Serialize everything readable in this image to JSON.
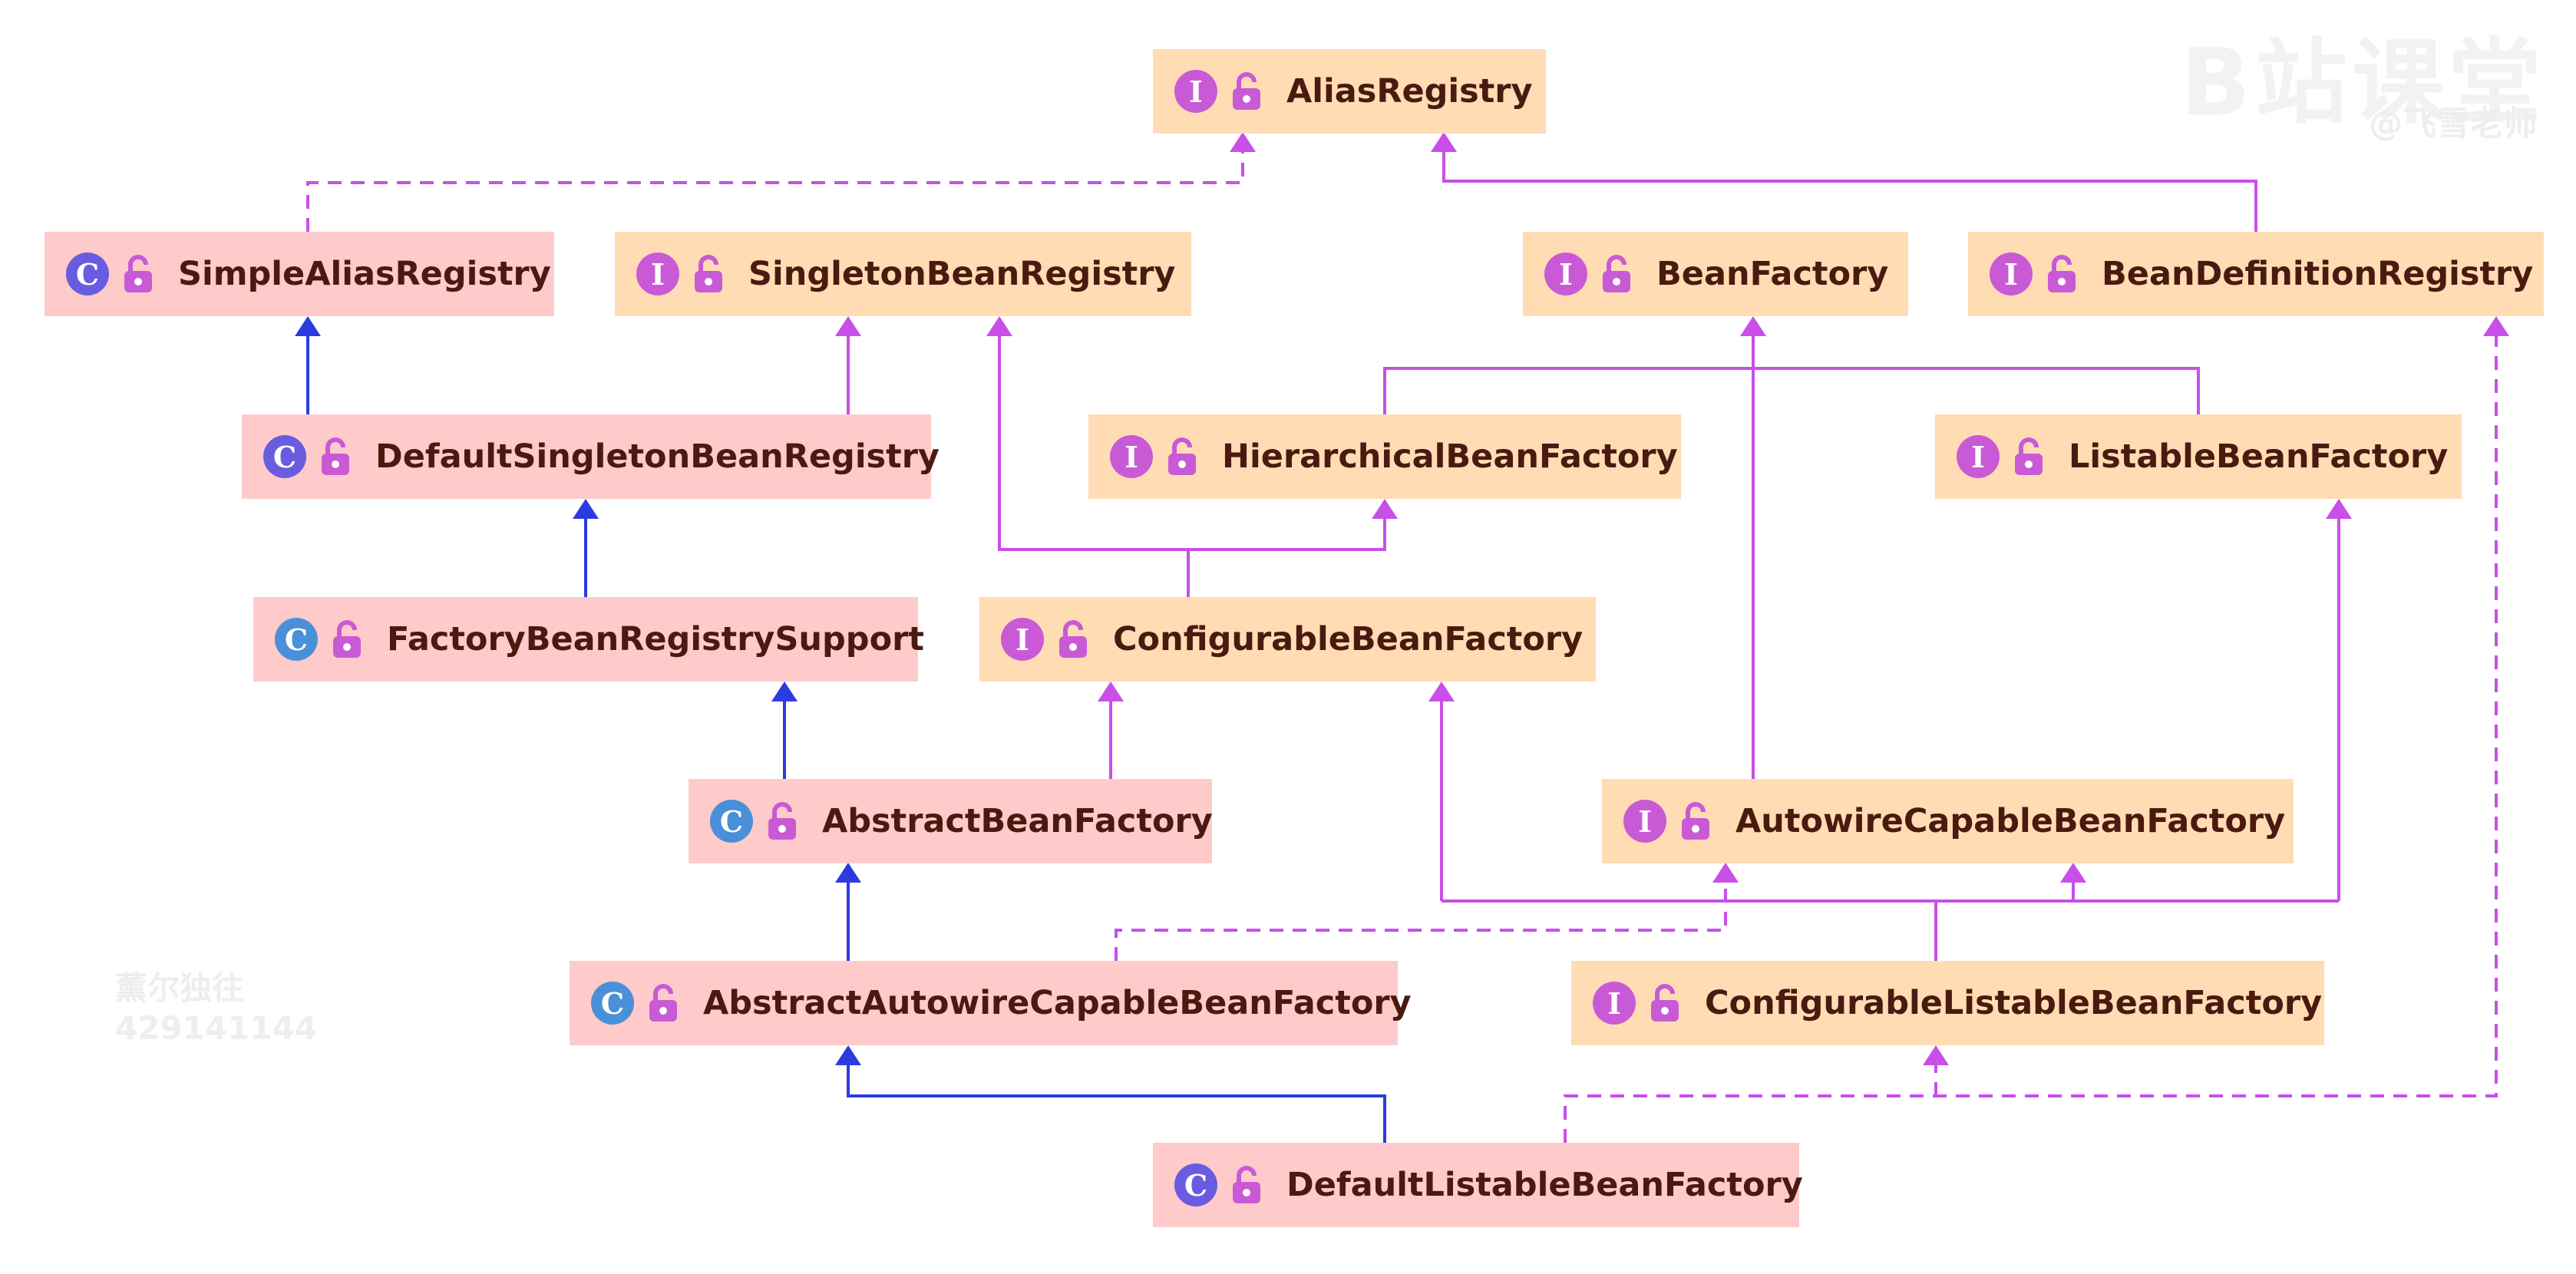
{
  "watermark": {
    "brand": "B站课堂",
    "author": "@飞雪老师",
    "user_name": "薰尔独往",
    "user_id": "429141144"
  },
  "colors": {
    "interface_bg": "#ffdcb4",
    "class_bg": "#ffcaca",
    "interface_badge": "#c95ad6",
    "abstract_class_badge": "#6a5ce0",
    "class_badge": "#4a90d9",
    "interface_edge": "#c94fe8",
    "class_edge": "#2b3be0",
    "label_text": "#4a1a10"
  },
  "nodes": {
    "alias_registry": {
      "label": "AliasRegistry",
      "kind": "interface",
      "badge": "I"
    },
    "simple_alias_registry": {
      "label": "SimpleAliasRegistry",
      "kind": "abstract-class",
      "badge": "C"
    },
    "singleton_bean_registry": {
      "label": "SingletonBeanRegistry",
      "kind": "interface",
      "badge": "I"
    },
    "bean_factory": {
      "label": "BeanFactory",
      "kind": "interface",
      "badge": "I"
    },
    "bean_definition_registry": {
      "label": "BeanDefinitionRegistry",
      "kind": "interface",
      "badge": "I"
    },
    "default_singleton_bean_registry": {
      "label": "DefaultSingletonBeanRegistry",
      "kind": "abstract-class",
      "badge": "C"
    },
    "hierarchical_bean_factory": {
      "label": "HierarchicalBeanFactory",
      "kind": "interface",
      "badge": "I"
    },
    "listable_bean_factory": {
      "label": "ListableBeanFactory",
      "kind": "interface",
      "badge": "I"
    },
    "factory_bean_registry_support": {
      "label": "FactoryBeanRegistrySupport",
      "kind": "class",
      "badge": "C"
    },
    "configurable_bean_factory": {
      "label": "ConfigurableBeanFactory",
      "kind": "interface",
      "badge": "I"
    },
    "abstract_bean_factory": {
      "label": "AbstractBeanFactory",
      "kind": "class",
      "badge": "C"
    },
    "autowire_capable_bean_factory": {
      "label": "AutowireCapableBeanFactory",
      "kind": "interface",
      "badge": "I"
    },
    "abstract_autowire_capable_bean_factory": {
      "label": "AbstractAutowireCapableBeanFactory",
      "kind": "class",
      "badge": "C"
    },
    "configurable_listable_bean_factory": {
      "label": "ConfigurableListableBeanFactory",
      "kind": "interface",
      "badge": "I"
    },
    "default_listable_bean_factory": {
      "label": "DefaultListableBeanFactory",
      "kind": "abstract-class",
      "badge": "C"
    }
  },
  "edges": [
    {
      "from": "simple_alias_registry",
      "to": "alias_registry",
      "type": "implements"
    },
    {
      "from": "bean_definition_registry",
      "to": "alias_registry",
      "type": "extends-interface"
    },
    {
      "from": "default_singleton_bean_registry",
      "to": "simple_alias_registry",
      "type": "extends-class"
    },
    {
      "from": "default_singleton_bean_registry",
      "to": "singleton_bean_registry",
      "type": "extends-interface"
    },
    {
      "from": "hierarchical_bean_factory",
      "to": "bean_factory",
      "type": "extends-interface"
    },
    {
      "from": "listable_bean_factory",
      "to": "bean_factory",
      "type": "extends-interface"
    },
    {
      "from": "factory_bean_registry_support",
      "to": "default_singleton_bean_registry",
      "type": "extends-class"
    },
    {
      "from": "configurable_bean_factory",
      "to": "singleton_bean_registry",
      "type": "extends-interface"
    },
    {
      "from": "configurable_bean_factory",
      "to": "hierarchical_bean_factory",
      "type": "extends-interface"
    },
    {
      "from": "abstract_bean_factory",
      "to": "factory_bean_registry_support",
      "type": "extends-class"
    },
    {
      "from": "abstract_bean_factory",
      "to": "configurable_bean_factory",
      "type": "extends-interface"
    },
    {
      "from": "autowire_capable_bean_factory",
      "to": "bean_factory",
      "type": "extends-interface"
    },
    {
      "from": "abstract_autowire_capable_bean_factory",
      "to": "abstract_bean_factory",
      "type": "extends-class"
    },
    {
      "from": "abstract_autowire_capable_bean_factory",
      "to": "autowire_capable_bean_factory",
      "type": "implements"
    },
    {
      "from": "configurable_listable_bean_factory",
      "to": "configurable_bean_factory",
      "type": "extends-interface"
    },
    {
      "from": "configurable_listable_bean_factory",
      "to": "autowire_capable_bean_factory",
      "type": "extends-interface"
    },
    {
      "from": "configurable_listable_bean_factory",
      "to": "listable_bean_factory",
      "type": "extends-interface"
    },
    {
      "from": "default_listable_bean_factory",
      "to": "abstract_autowire_capable_bean_factory",
      "type": "extends-class"
    },
    {
      "from": "default_listable_bean_factory",
      "to": "configurable_listable_bean_factory",
      "type": "implements"
    },
    {
      "from": "default_listable_bean_factory",
      "to": "bean_definition_registry",
      "type": "implements"
    }
  ]
}
